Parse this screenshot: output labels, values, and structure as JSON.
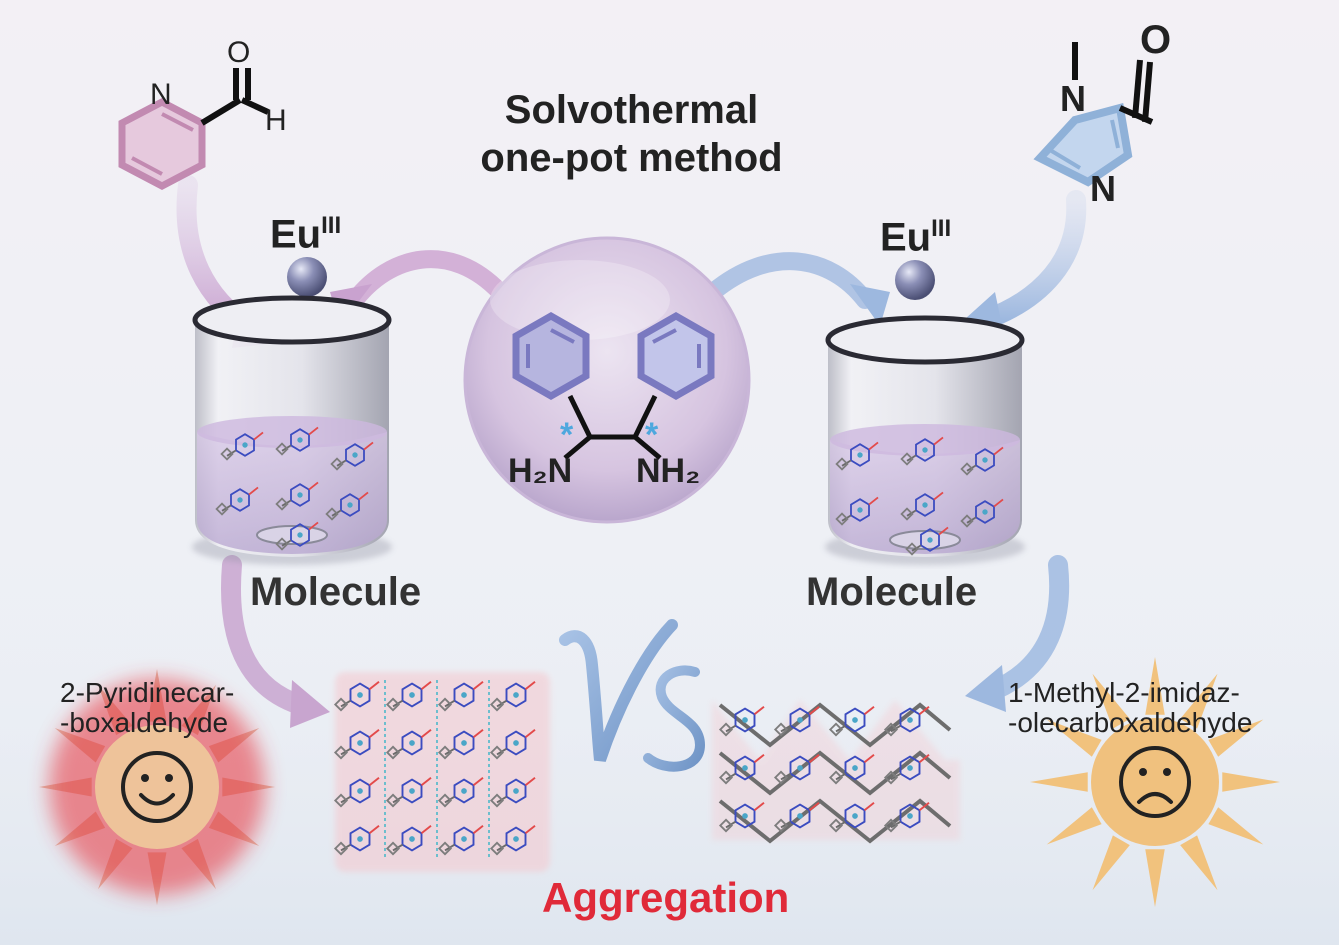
{
  "title": {
    "line1": "Solvothermal",
    "line2": "one-pot method"
  },
  "metal": {
    "label": "Eu",
    "superscript": "III"
  },
  "left": {
    "beaker_label": "Molecule",
    "compound_name_line1": "2-Pyridinecar-",
    "compound_name_line2": "-boxaldehyde",
    "emoji": "smiley",
    "sun_color": "#e8303a"
  },
  "right": {
    "beaker_label": "Molecule",
    "compound_name_line1": "1-Methyl-2-imidaz-",
    "compound_name_line2": "-olecarboxaldehyde",
    "emoji": "frowny",
    "sun_color": "#f1c27d"
  },
  "center": {
    "diamine_left": "H₂N",
    "diamine_right": "NH₂",
    "chiral_mark": "*"
  },
  "structures": {
    "pyridine_atoms": [
      "N",
      "O",
      "H"
    ],
    "imidazole_atoms": [
      "N",
      "N",
      "O"
    ]
  },
  "vs_label": "Vs",
  "footer_label": "Aggregation",
  "colors": {
    "pink_accent": "#c98fb4",
    "blue_accent": "#8fb1d8",
    "sphere": "#7c80a8",
    "aggregation_red": "#e02a39"
  }
}
